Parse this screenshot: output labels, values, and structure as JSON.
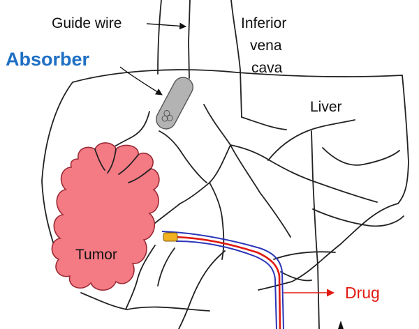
{
  "labels": {
    "guide_wire": "Guide wire",
    "ivc_line1": "Inferior",
    "ivc_line2": "vena",
    "ivc_line3": "cava",
    "absorber": "Absorber",
    "liver": "Liver",
    "tumor": "Tumor",
    "drug": "Drug"
  },
  "colors": {
    "absorber_text": "#1f6fc4",
    "drug": "#e01a12",
    "tumor_fill": "#f47a84",
    "tumor_stroke": "#9a2a35",
    "absorber_device": "#b3b3b3",
    "catheter_outer": "#2b35b8",
    "drug_tip": "#f2b21f"
  }
}
